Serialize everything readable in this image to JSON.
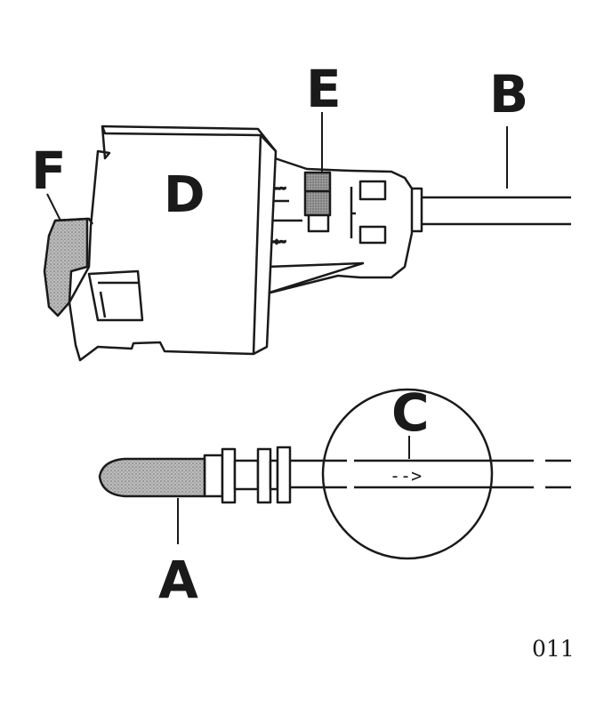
{
  "labels": {
    "a": "A",
    "b": "B",
    "c": "C",
    "d": "D",
    "e": "E",
    "f": "F"
  },
  "figure_number": "011",
  "flow_arrow": "-->"
}
